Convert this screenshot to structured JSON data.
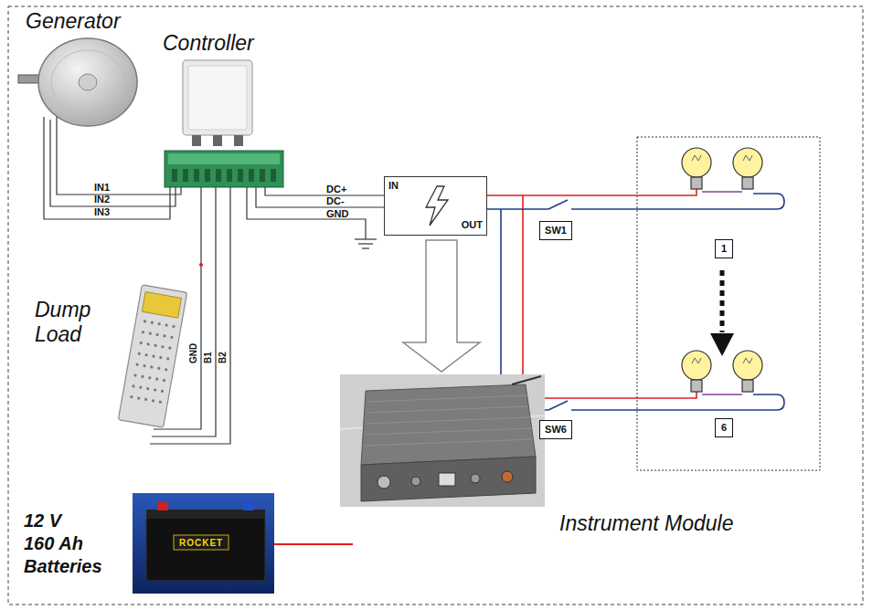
{
  "diagram": {
    "nodes": [
      {
        "text": [
          "IN",
          "OUT"
        ]
      },
      {
        "text": [
          "SW1"
        ]
      },
      {
        "text": [
          "1"
        ]
      },
      {
        "text": [
          "SW6"
        ]
      },
      {
        "text": [
          "6"
        ]
      }
    ],
    "labels": [
      "Generator",
      "Controller",
      "IN1",
      "IN2",
      "IN3",
      "DC+",
      "DC-",
      "GND",
      "Dump Load",
      "GND",
      "B1",
      "B2",
      "12 V 160 Ah Batteries",
      "ROCKET",
      "Instrument Module"
    ]
  }
}
